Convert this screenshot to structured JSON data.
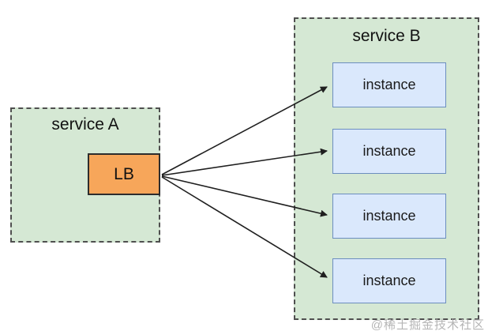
{
  "diagram": {
    "service_a": {
      "title": "service A",
      "lb_label": "LB"
    },
    "service_b": {
      "title": "service B",
      "instances": [
        {
          "label": "instance"
        },
        {
          "label": "instance"
        },
        {
          "label": "instance"
        },
        {
          "label": "instance"
        }
      ]
    },
    "edges": [
      {
        "from": "LB",
        "to": "instance-1"
      },
      {
        "from": "LB",
        "to": "instance-2"
      },
      {
        "from": "LB",
        "to": "instance-3"
      },
      {
        "from": "LB",
        "to": "instance-4"
      }
    ],
    "colors": {
      "group_fill": "#d5e8d4",
      "group_border": "#4f4f4f",
      "instance_fill": "#dae8fc",
      "instance_border": "#6c8ebf",
      "lb_fill": "#f7a65a",
      "lb_border": "#2d2d2d",
      "arrow": "#1f1f1f",
      "watermark_text_color": "#b5b5b5"
    }
  },
  "watermark": {
    "text": "@稀土掘金技术社区"
  }
}
